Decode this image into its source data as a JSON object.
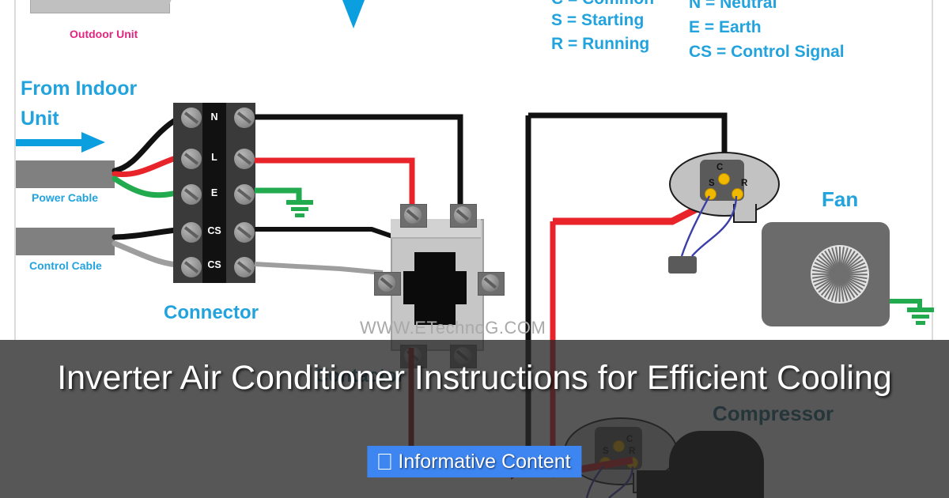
{
  "overlay": {
    "title": "Inverter Air Conditioner Instructions for Efficient Cooling",
    "badge_label": "Informative Content",
    "badge_icon": "tofu-missing-glyph-box",
    "badge_color": "#3d85f0",
    "overlay_color": "#282828"
  },
  "watermark": {
    "text": "WWW.ETechnoG.COM"
  },
  "legend": {
    "left_column": [
      "C = Common",
      "S = Starting",
      "R = Running"
    ],
    "right_column": [
      "N = Neutral",
      "E = Earth",
      "CS = Control Signal"
    ],
    "color": "#1f9ad6"
  },
  "diagram": {
    "labels": {
      "outdoor_unit": "Outdoor Unit",
      "from_indoor_unit_line1": "From Indoor",
      "from_indoor_unit_line2": "Unit",
      "power_cable": "Power Cable",
      "control_cable": "Control Cable",
      "connector": "Connector",
      "contactor": "Contactor",
      "fan": "Fan",
      "compressor": "Compressor"
    },
    "label_colors": {
      "cyan": "#22a3dd",
      "pink": "#e2257f",
      "teal": "#1b6379"
    },
    "connector_terminals": [
      "N",
      "L",
      "E",
      "CS",
      "CS"
    ],
    "motor_pins_top": [
      "C",
      "S",
      "R"
    ],
    "motor_pins_bottom": [
      "C",
      "S",
      "R"
    ],
    "wire_colors": {
      "neutral": "#111111",
      "line": "#e8232a",
      "earth": "#22aa4e",
      "control": "#9e9e9e",
      "winding": "#3b3fa8"
    }
  }
}
